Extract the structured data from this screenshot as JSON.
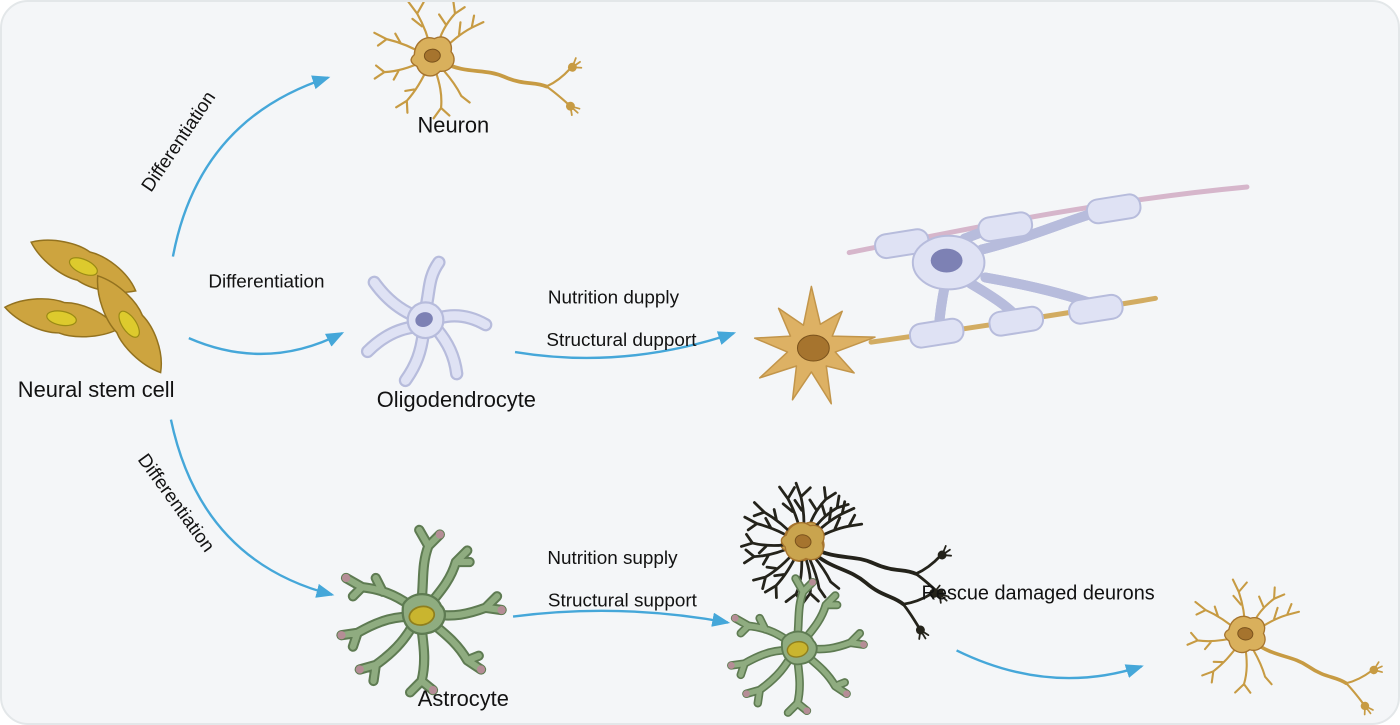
{
  "cells": {
    "stem": "Neural stem cell",
    "neuron": "Neuron",
    "oligodendrocyte": "Oligodendrocyte",
    "astrocyte": "Astrocyte"
  },
  "arrows": {
    "to_neuron": "Differentiation",
    "to_oligodendrocyte": "Differentiation",
    "to_astrocyte": "Differentiation",
    "oligo_support_line1": "Nutrition dupply",
    "oligo_support_line2": "Structural dupport",
    "astro_support_line1": "Nutrition supply",
    "astro_support_line2": "Structural support",
    "rescue": "Rescue damaged deurons"
  },
  "colors": {
    "canvas_bg": "#f4f6f8",
    "canvas_border": "#e3e7e9",
    "arrow_blue": "#45a7d9",
    "neuron_tan": "#c79b43",
    "neuron_soma": "#d9b05c",
    "neuron_nucleus": "#a6742e",
    "stem_gold": "#cda43f",
    "stem_nucleus": "#ddca2d",
    "oligo_fill": "#dfe2f4",
    "oligo_edge": "#b7bcdc",
    "oligo_nucleus": "#7d81b4",
    "astro_green": "#8fac80",
    "astro_edge": "#5e7b52",
    "astro_nucleus": "#c9b52f",
    "astro_tip": "#b58d96",
    "damaged_black": "#24231b",
    "myelin_axon_tan": "#d2ac62",
    "myelin_axon_pink": "#d6b6cb",
    "scene_neuron_fill": "#ddb164"
  }
}
